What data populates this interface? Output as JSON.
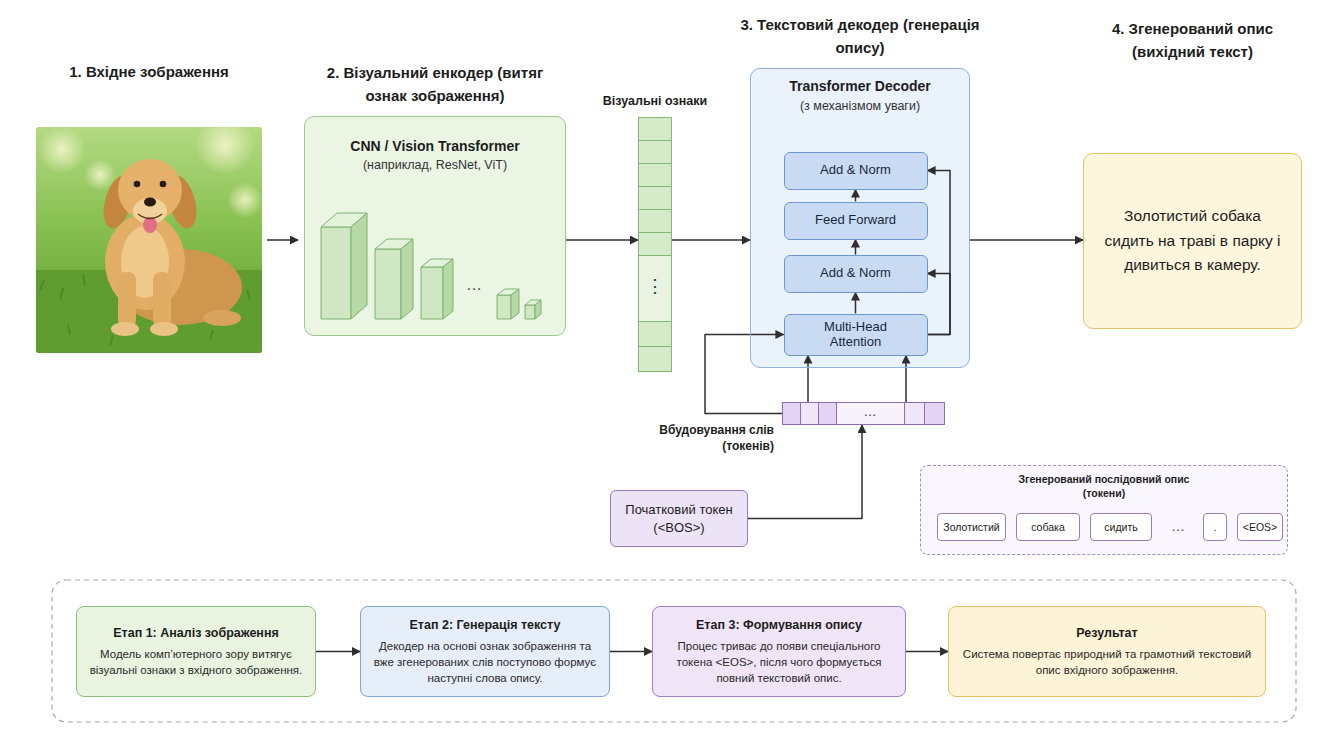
{
  "diagram": {
    "nodes": [
      {
        "text": [
          "2. Візуальний енкодер (витяг ознак зображення)",
          "CNN / Vision Transformer",
          "(наприклад, ResNet, ViT)"
        ]
      },
      {
        "text": [
          "Візуальні ознаки",
          "⋮"
        ]
      },
      {
        "text": [
          "3. Текстовий декодер (генерація опису)",
          "Transformer Decoder",
          "(з механізмом уваги)"
        ]
      },
      {
        "text": [
          "Add & Norm"
        ],
        "in": 2
      },
      {
        "text": [
          "Feed Forward"
        ],
        "in": 2
      },
      {
        "text": [
          "Add & Norm"
        ],
        "in": 2
      },
      {
        "text": [
          "Multi-Head Attention"
        ],
        "in": 2
      },
      {
        "text": [
          "Вбудовування слів (токенів)",
          "…"
        ]
      },
      {
        "text": [
          "4. Згенерований опис (вихідний текст)",
          "Золотистий собака сидить на траві в парку і дивиться в камеру."
        ]
      },
      {
        "text": [
          "Початковий токен (<BOS>)"
        ]
      },
      {
        "text": [
          "Згенерований послідовний опис (токени)"
        ]
      },
      {
        "text": [
          "Золотистий"
        ],
        "in": 10
      },
      {
        "text": [
          "собака"
        ],
        "in": 10
      },
      {
        "text": [
          "сидить"
        ],
        "in": 10
      },
      {
        "text": [
          "."
        ],
        "in": 10
      },
      {
        "text": [
          "<EOS>"
        ],
        "in": 10
      },
      {
        "text": [
          "Етап 1: Аналіз зображення",
          "Модель комп’ютерного зору витягує візуальні ознаки з вхідного зображення."
        ]
      },
      {
        "text": [
          "Етап 2: Генерація тексту",
          "Декодер на основі ознак зображення та вже згенерованих слів поступово формує наступні слова опису."
        ]
      },
      {
        "text": [
          "Етап 3: Формування опису",
          "Процес триває до появи спеціального токена <EOS>, після чого формується повний текстовий опис."
        ]
      },
      {
        "text": [
          "Результат",
          "Система повертає природний та грамотний текстовий опис вхідного зображення."
        ]
      }
    ],
    "edges": [
      {
        "from": 0,
        "to": 1,
        "arrow": "to"
      },
      {
        "from": 1,
        "to": 2,
        "arrow": "to"
      },
      {
        "from": 2,
        "to": 8,
        "arrow": "to"
      },
      {
        "from": 9,
        "to": 7,
        "arrow": "to"
      },
      {
        "from": 7,
        "to": 6,
        "arrow": "to"
      },
      {
        "from": 7,
        "to": 6,
        "arrow": "to"
      },
      {
        "from": 7,
        "to": 6,
        "arrow": "to"
      },
      {
        "from": 6,
        "to": 5,
        "arrow": "to"
      },
      {
        "from": 5,
        "to": 4,
        "arrow": "to"
      },
      {
        "from": 4,
        "to": 3,
        "arrow": "to"
      },
      {
        "from": 6,
        "to": 5,
        "arrow": "to"
      },
      {
        "from": 6,
        "to": 3,
        "arrow": "to"
      },
      {
        "from": 16,
        "to": 17,
        "arrow": "to"
      },
      {
        "from": 17,
        "to": 18,
        "arrow": "to"
      },
      {
        "from": 18,
        "to": 19,
        "arrow": "to"
      }
    ],
    "labels": [
      "1. Вхідне зображення",
      "…",
      "…"
    ]
  }
}
